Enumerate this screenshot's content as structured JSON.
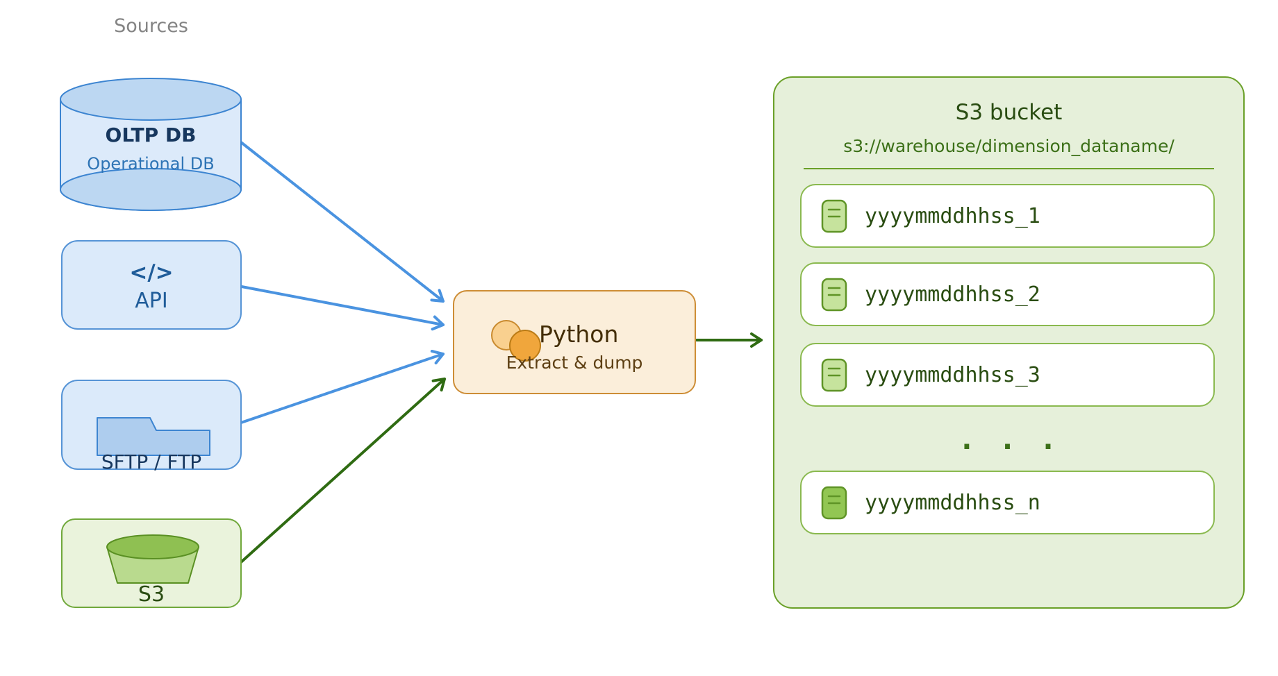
{
  "sources_label": "Sources",
  "sources": [
    {
      "id": "oltp-db",
      "title": "OLTP DB",
      "subtitle": "Operational DB",
      "icon": "database-cylinder-icon"
    },
    {
      "id": "api",
      "title": "API",
      "icon_text": "</>",
      "icon": "code-icon"
    },
    {
      "id": "sftp",
      "title": "SFTP / FTP",
      "icon": "folder-icon"
    },
    {
      "id": "s3",
      "title": "S3",
      "icon": "bucket-icon"
    }
  ],
  "processor": {
    "title": "Python",
    "subtitle": "Extract & dump",
    "icon": "python-logo-icon"
  },
  "bucket_panel": {
    "title": "S3 bucket",
    "subtitle": "s3://warehouse/dimension_dataname/",
    "files": [
      {
        "label": "yyyymmddhhss_1"
      },
      {
        "label": "yyyymmddhhss_2"
      },
      {
        "label": "yyyymmddhhss_3"
      },
      {
        "label": "yyyymmddhhss_n",
        "highlight": true
      }
    ],
    "ellipsis": ". . ."
  },
  "arrows": [
    {
      "from": "oltp-db",
      "to": "python",
      "color": "blue"
    },
    {
      "from": "api",
      "to": "python",
      "color": "blue"
    },
    {
      "from": "sftp",
      "to": "python",
      "color": "blue"
    },
    {
      "from": "s3",
      "to": "python",
      "color": "green"
    },
    {
      "from": "python",
      "to": "s3-bucket",
      "color": "green"
    }
  ],
  "colors": {
    "blue-arrow": "#4a93e0",
    "green-arrow": "#2f6b12",
    "blue-node-fill": "#dbeafa",
    "blue-node-border": "#5694d6",
    "cyl-border": "#3d85d1",
    "cyl-body-fill": "#dceafa",
    "blue-cap-fill": "#bcd7f2",
    "folder-fill": "#aecdee",
    "navy-text": "#17375e",
    "blue-text": "#1f5c99",
    "blue-text2": "#2e74b5",
    "green-node-fill": "#eaf3dc",
    "green-node-border": "#70a83b",
    "bucket-top": "#8fc052",
    "bucket-body": "#b9da8e",
    "bucket-border": "#5a9023",
    "dark-green-text": "#2a4d12",
    "green-text": "#3c7018",
    "panel-fill": "#e6f0da",
    "panel-border": "#6aa028",
    "row-border": "#8ab94f",
    "file-icon-fill": "#c6e39d",
    "file-icon-fill-highlight": "#92c653",
    "file-icon-border": "#5f9426",
    "orange-fill": "#fbeeda",
    "orange-border": "#cd8d36",
    "brown-text": "#432d05",
    "python-light-circle": "#f9d08f",
    "python-dark-circle": "#f0a63c",
    "gray-label": "#848484"
  }
}
